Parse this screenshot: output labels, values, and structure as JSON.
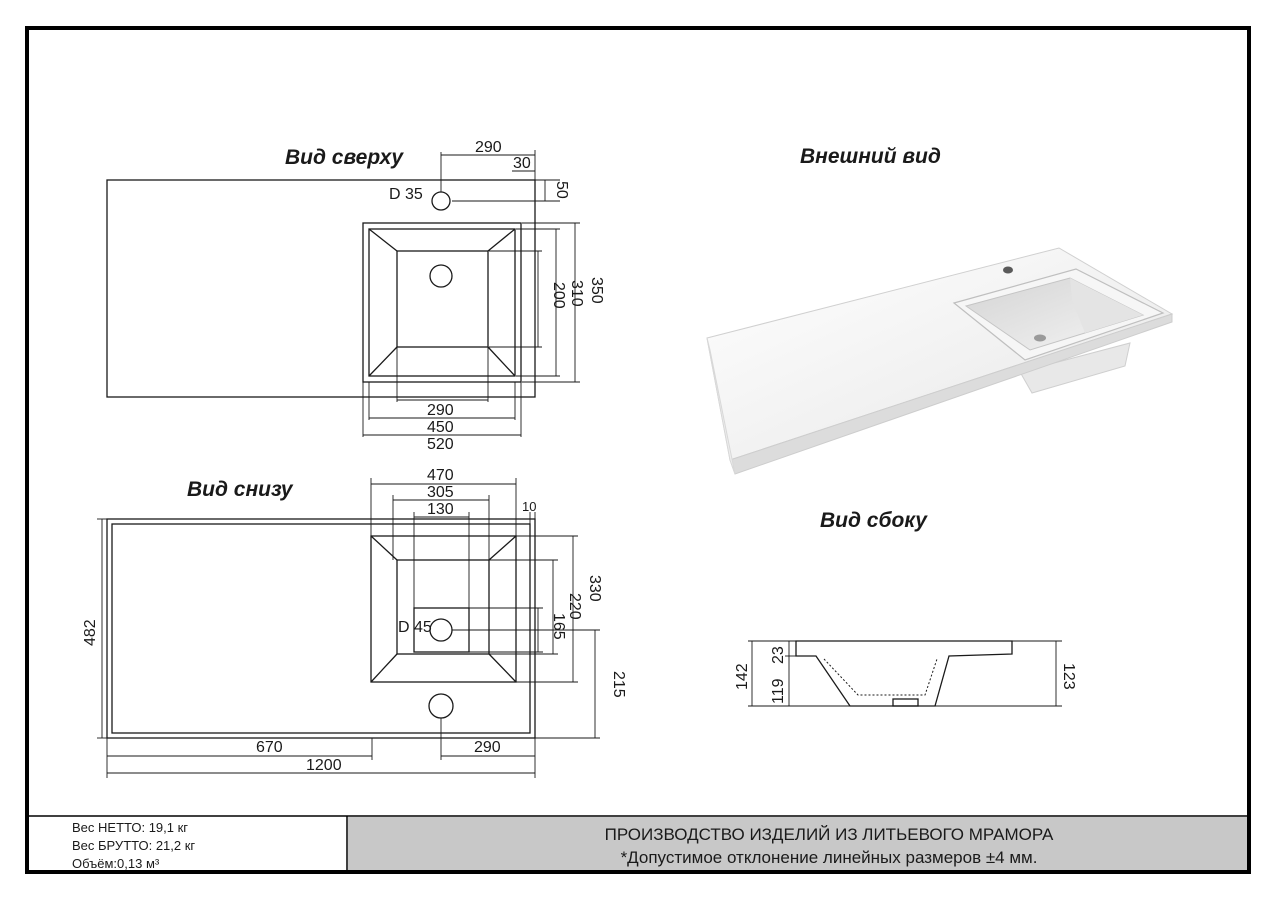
{
  "titles": {
    "top": "Вид сверху",
    "exterior": "Внешний вид",
    "bottom": "Вид снизу",
    "side": "Вид сбоку"
  },
  "dims_top": {
    "d290_top": "290",
    "d30": "30",
    "d50": "50",
    "hole": "D 35",
    "d350": "350",
    "d310": "310",
    "d200": "200",
    "d290_bottom": "290",
    "d450": "450",
    "d520": "520"
  },
  "dims_bottom": {
    "d470": "470",
    "d305": "305",
    "d130": "130",
    "d10": "10",
    "d330": "330",
    "d220": "220",
    "d165": "165",
    "drain": "D 45",
    "d215": "215",
    "d482": "482",
    "d670": "670",
    "d290": "290",
    "d1200": "1200"
  },
  "dims_side": {
    "d142": "142",
    "d23": "23",
    "d119": "119",
    "d123": "123"
  },
  "footer": {
    "weight_net": "Вес НЕТТО: 19,1 кг",
    "weight_gross": "Вес БРУТТО: 21,2 кг",
    "volume": "Объём:0,13 м³",
    "headline": "ПРОИЗВОДСТВО ИЗДЕЛИЙ ИЗ ЛИТЬЕВОГО МРАМОРА",
    "note": "*Допустимое отклонение линейных размеров ±4 мм."
  },
  "colors": {
    "frame": "#000000",
    "line": "#1a1a1a",
    "footer_panel": "#c8c8c8"
  }
}
